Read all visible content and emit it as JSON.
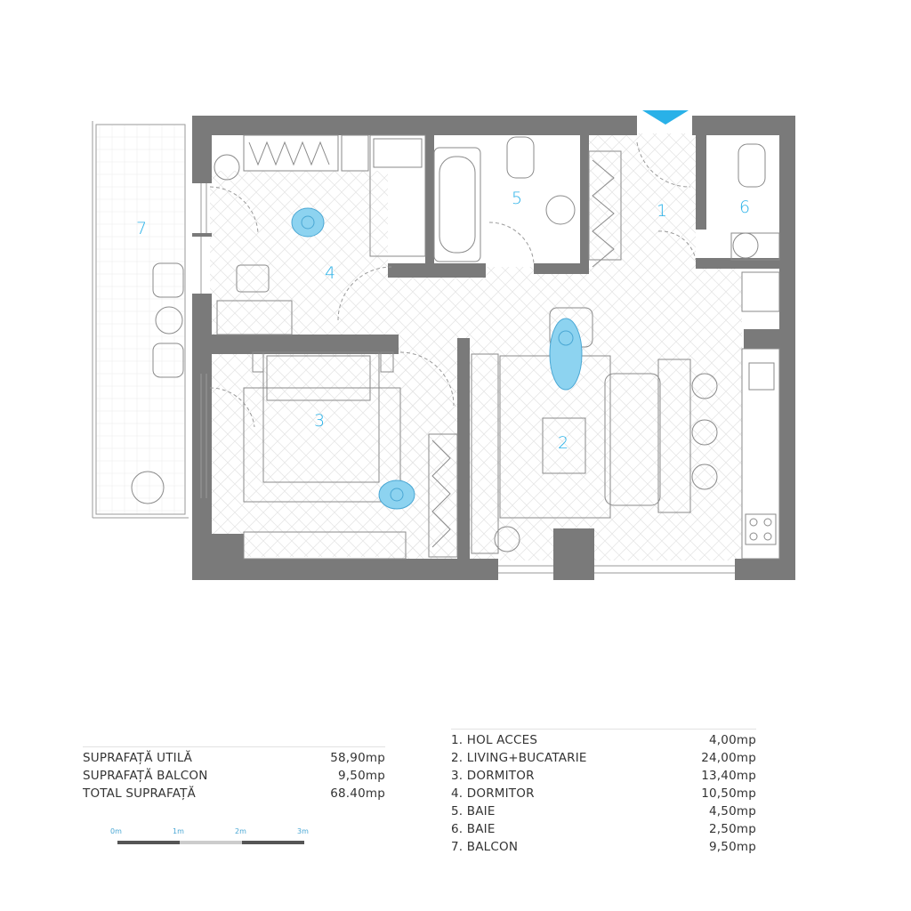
{
  "plan": {
    "colors": {
      "wall": "#7a7a7a",
      "accent": "#29b1e8",
      "floor_line": "#e4e4e4",
      "furniture": "#8a8a8a"
    },
    "room_numbers": [
      {
        "id": "1",
        "label": "1"
      },
      {
        "id": "2",
        "label": "2"
      },
      {
        "id": "3",
        "label": "3"
      },
      {
        "id": "4",
        "label": "4"
      },
      {
        "id": "5",
        "label": "5"
      },
      {
        "id": "6",
        "label": "6"
      },
      {
        "id": "7",
        "label": "7"
      }
    ]
  },
  "summary": [
    {
      "label": "SUPRAFAȚĂ UTILĂ",
      "value": "58,90mp"
    },
    {
      "label": "SUPRAFAȚĂ BALCON",
      "value": "9,50mp"
    },
    {
      "label": "TOTAL SUPRAFAȚĂ",
      "value": "68.40mp"
    }
  ],
  "rooms": [
    {
      "label": "1. HOL ACCES",
      "value": "4,00mp"
    },
    {
      "label": "2. LIVING+BUCATARIE",
      "value": "24,00mp"
    },
    {
      "label": "3. DORMITOR",
      "value": "13,40mp"
    },
    {
      "label": "4. DORMITOR",
      "value": "10,50mp"
    },
    {
      "label": "5. BAIE",
      "value": "4,50mp"
    },
    {
      "label": "6. BAIE",
      "value": "2,50mp"
    },
    {
      "label": "7. BALCON",
      "value": "9,50mp"
    }
  ],
  "scale_bar": {
    "ticks": [
      "0m",
      "1m",
      "2m",
      "3m"
    ]
  }
}
